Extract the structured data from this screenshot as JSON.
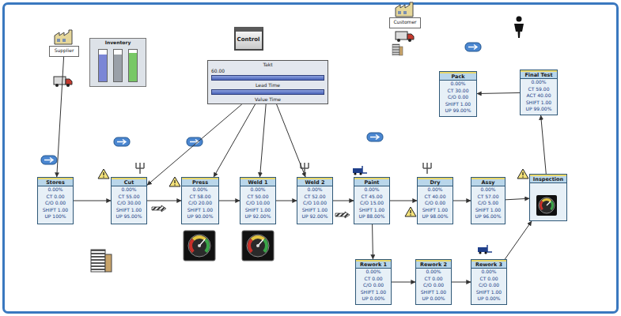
{
  "diagram": {
    "nodes": [
      {
        "text": [
          "Supplier"
        ]
      },
      {
        "text": [
          "Inventory"
        ]
      },
      {
        "text": [
          "Control"
        ]
      },
      {
        "text": [
          "Takt",
          "60.00",
          "Lead Time",
          "Value Time"
        ]
      },
      {
        "text": [
          "Customer"
        ]
      },
      {
        "text": [
          "Pack",
          "0.00%",
          "CT 30.00",
          "C/O 0.00",
          "SHIFT 1.00",
          "UP 99.00%"
        ]
      },
      {
        "text": [
          "Final Test",
          "0.00%",
          "CT 59.00",
          "ACT 40.00",
          "SHIFT 1.00",
          "UP 99.00%"
        ]
      },
      {
        "text": [
          "Stores",
          "0.00%",
          "CT 0.00",
          "C/O 0.00",
          "SHIFT 1.00",
          "UP 100%"
        ]
      },
      {
        "text": [
          "Cut",
          "0.00%",
          "CT 55.00",
          "C/O 30.00",
          "SHIFT 1.00",
          "UP 95.00%"
        ]
      },
      {
        "text": [
          "Press",
          "0.00%",
          "CT 58.00",
          "C/O 20.00",
          "SHIFT 1.00",
          "UP 90.00%"
        ]
      },
      {
        "text": [
          "Weld 1",
          "0.00%",
          "CT 50.00",
          "C/O 10.00",
          "SHIFT 1.00",
          "UP 92.00%"
        ]
      },
      {
        "text": [
          "Weld 2",
          "0.00%",
          "CT 52.00",
          "C/O 10.00",
          "SHIFT 1.00",
          "UP 92.00%"
        ]
      },
      {
        "text": [
          "Paint",
          "0.00%",
          "CT 45.00",
          "C/O 15.00",
          "SHIFT 1.00",
          "UP 88.00%"
        ]
      },
      {
        "text": [
          "Dry",
          "0.00%",
          "CT 40.00",
          "C/O 0.00",
          "SHIFT 1.00",
          "UP 98.00%"
        ]
      },
      {
        "text": [
          "Assy",
          "0.00%",
          "CT 57.00",
          "C/O 5.00",
          "SHIFT 1.00",
          "UP 96.00%"
        ]
      },
      {
        "text": [
          "Inspection"
        ]
      },
      {
        "text": [
          "Rework 1",
          "0.00%",
          "CT 0.00",
          "C/O 0.00",
          "SHIFT 1.00",
          "UP 0.00%"
        ]
      },
      {
        "text": [
          "Rework 2",
          "0.00%",
          "CT 0.00",
          "C/O 0.00",
          "SHIFT 1.00",
          "UP 0.00%"
        ]
      },
      {
        "text": [
          "Rework 3",
          "0.00%",
          "CT 0.00",
          "C/O 0.00",
          "SHIFT 1.00",
          "UP 0.00%"
        ]
      }
    ],
    "edges": [
      {
        "from": 0,
        "to": 7,
        "arrow": "to"
      },
      {
        "from": 3,
        "to": 8,
        "arrow": "to"
      },
      {
        "from": 3,
        "to": 9,
        "arrow": "to"
      },
      {
        "from": 3,
        "to": 10,
        "arrow": "to"
      },
      {
        "from": 3,
        "to": 11,
        "arrow": "to"
      },
      {
        "from": 7,
        "to": 8,
        "arrow": "to"
      },
      {
        "from": 8,
        "to": 9,
        "arrow": "to"
      },
      {
        "from": 9,
        "to": 10,
        "arrow": "to"
      },
      {
        "from": 10,
        "to": 11,
        "arrow": "to"
      },
      {
        "from": 11,
        "to": 12,
        "arrow": "to"
      },
      {
        "from": 12,
        "to": 13,
        "arrow": "to"
      },
      {
        "from": 13,
        "to": 14,
        "arrow": "to"
      },
      {
        "from": 14,
        "to": 15,
        "arrow": "to"
      },
      {
        "from": 12,
        "to": 16,
        "arrow": "to"
      },
      {
        "from": 16,
        "to": 17,
        "arrow": "to"
      },
      {
        "from": 17,
        "to": 18,
        "arrow": "to"
      },
      {
        "from": 18,
        "to": 15,
        "arrow": "to"
      },
      {
        "from": 15,
        "to": 6,
        "arrow": "to"
      },
      {
        "from": 6,
        "to": 5,
        "arrow": "to"
      }
    ]
  }
}
